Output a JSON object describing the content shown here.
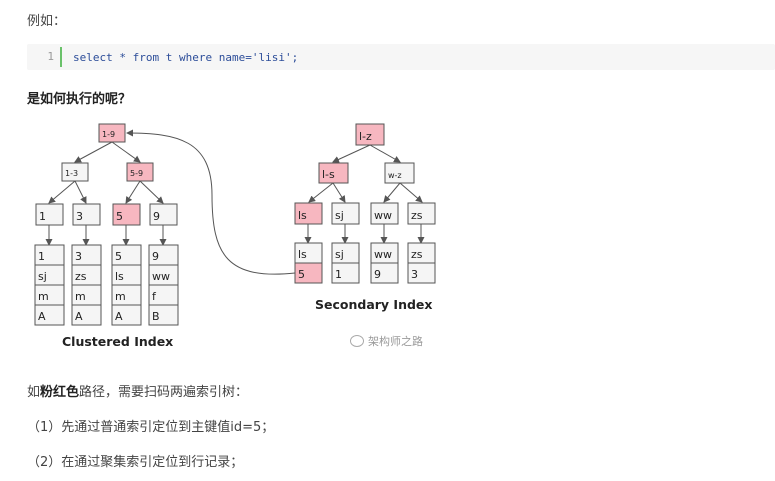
{
  "intro": "例如：",
  "code": {
    "line_number": "1",
    "kw_select": "select",
    "star": "*",
    "kw_from": "from",
    "table": "t",
    "kw_where": "where",
    "condition_field": "name=",
    "condition_value": "'lisi'",
    "semicolon": ";"
  },
  "question": "是如何执行的呢？",
  "diagram": {
    "clustered": {
      "root": "1-9",
      "level2": [
        "1-3",
        "5-9"
      ],
      "leaves": [
        "1",
        "3",
        "5",
        "9"
      ],
      "records": [
        [
          "1",
          "sj",
          "m",
          "A"
        ],
        [
          "3",
          "zs",
          "m",
          "A"
        ],
        [
          "5",
          "ls",
          "m",
          "A"
        ],
        [
          "9",
          "ww",
          "f",
          "B"
        ]
      ],
      "caption": "Clustered Index"
    },
    "secondary": {
      "root": "l-z",
      "level2": [
        "l-s",
        "w-z"
      ],
      "leaves": [
        "ls",
        "sj",
        "ww",
        "zs"
      ],
      "records": [
        [
          "ls",
          "5"
        ],
        [
          "sj",
          "1"
        ],
        [
          "ww",
          "9"
        ],
        [
          "zs",
          "3"
        ]
      ],
      "caption": "Secondary Index"
    },
    "highlight_color": "#f7b7c0",
    "node_color": "#f5f5f5"
  },
  "watermark": "架构师之路",
  "paragraphs": {
    "p1_prefix": "如",
    "p1_bold": "粉红色",
    "p1_suffix": "路径，需要扫码两遍索引树：",
    "p2": "（1）先通过普通索引定位到主键值id=5；",
    "p3": "（2）在通过聚集索引定位到行记录；"
  }
}
